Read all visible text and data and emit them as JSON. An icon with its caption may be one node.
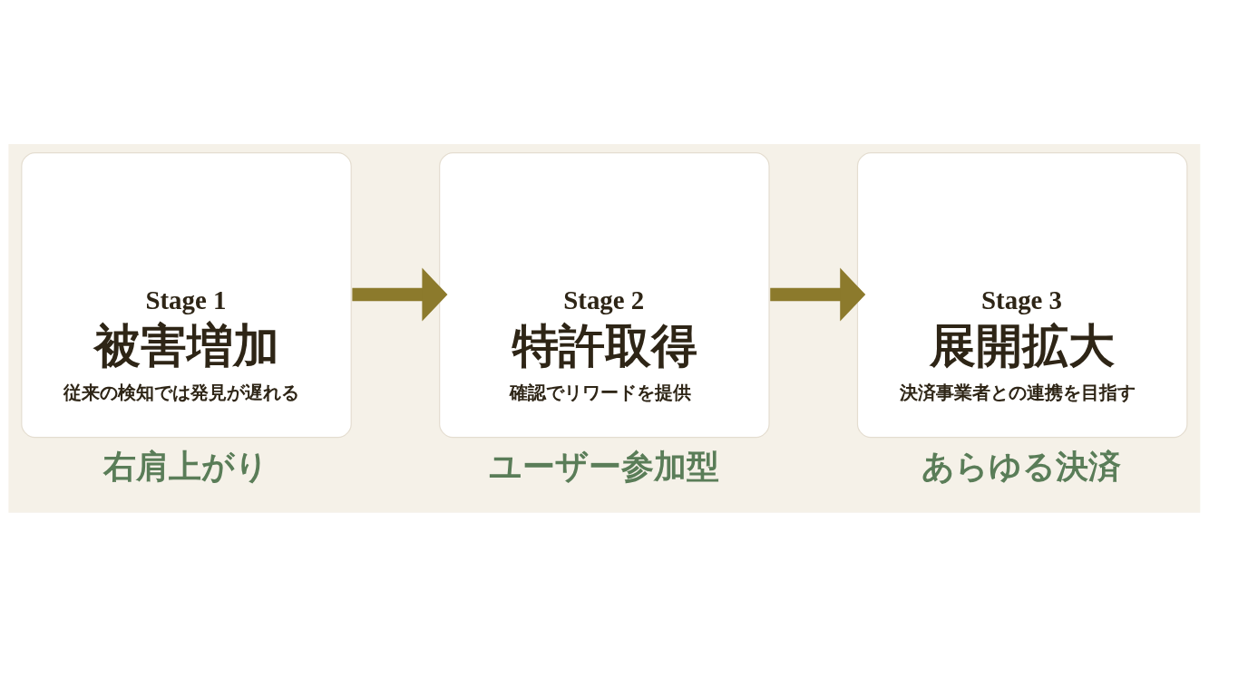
{
  "diagram": {
    "nodes": [
      {
        "text": [
          "Stage 1",
          "被害増加",
          "従来の検知では発見が遅れる"
        ],
        "beside": [
          "右肩上がり"
        ]
      },
      {
        "text": [
          "Stage 2",
          "特許取得",
          "確認でリワードを提供"
        ],
        "beside": [
          "ユーザー参加型"
        ]
      },
      {
        "text": [
          "Stage 3",
          "展開拡大",
          "決済事業者との連携を目指す"
        ],
        "beside": [
          "あらゆる決済"
        ]
      }
    ],
    "edges": [
      {
        "from": 0,
        "to": 1,
        "arrow": "to"
      },
      {
        "from": 1,
        "to": 2,
        "arrow": "to"
      }
    ]
  }
}
